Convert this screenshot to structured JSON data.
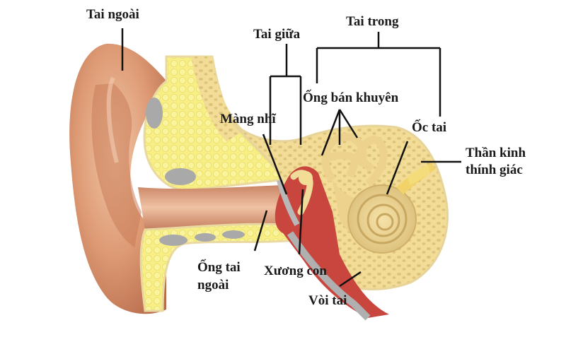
{
  "diagram": {
    "subject": "Human ear anatomy",
    "labels": {
      "outer_ear": "Tai ngoài",
      "middle_ear": "Tai giữa",
      "inner_ear": "Tai trong",
      "semicircular_canals": "Ống bán khuyên",
      "eardrum": "Màng nhĩ",
      "cochlea": "Ốc tai",
      "auditory_nerve_line1": "Thần kinh",
      "auditory_nerve_line2": "thính giác",
      "ear_canal_line1": "Ống tai",
      "ear_canal_line2": "ngoài",
      "ossicles": "Xương con",
      "eustachian_tube": "Vòi tai"
    },
    "colors": {
      "skin": "#d9906a",
      "skin_light": "#f0c3a4",
      "skin_shadow": "#b96f4f",
      "bone": "#f2dc96",
      "bone_pore": "#d8be70",
      "fat": "#f8ef8a",
      "cartilage": "#a8a8a8",
      "cavity_red": "#c8463e",
      "label_text": "#1a1a1a",
      "leader_line": "#111111"
    }
  }
}
